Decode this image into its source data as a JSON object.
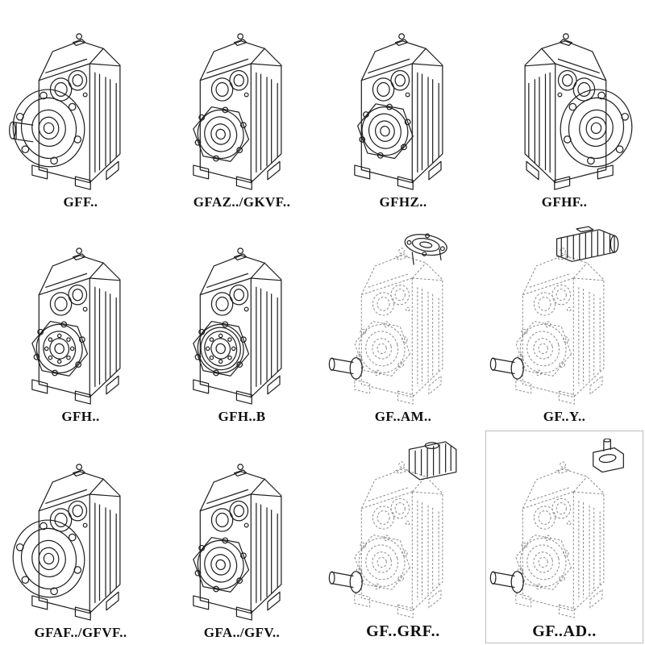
{
  "page": {
    "background": "#ffffff",
    "line_color": "#1f1f1f",
    "phantom_color": "#8a8a8a"
  },
  "catalog": {
    "items": [
      {
        "label": "GFF..",
        "drawing": "gearbox-flange-solid-shaft"
      },
      {
        "label": "GFAZ../GKVF..",
        "drawing": "gearbox-hollow-shaft"
      },
      {
        "label": "GFHZ..",
        "drawing": "gearbox-hollow-shaft-shrink-disc"
      },
      {
        "label": "GFHF..",
        "drawing": "gearbox-flange-mirrored"
      },
      {
        "label": "GFH..",
        "drawing": "gearbox-hollow-shaft-bearing"
      },
      {
        "label": "GFH..B",
        "drawing": "gearbox-hollow-shaft-bearing-backstop"
      },
      {
        "label": "GF..AM..",
        "drawing": "gearbox-phantom-input-flange"
      },
      {
        "label": "GF..Y..",
        "drawing": "gearbox-phantom-motor-mounted"
      },
      {
        "label": "GFAF../GFVF..",
        "drawing": "gearbox-flange-hollow-shaft"
      },
      {
        "label": "GFA../GFV..",
        "drawing": "gearbox-foot-hollow-shaft"
      },
      {
        "label": "GF..GRF..",
        "drawing": "gearbox-phantom-input-adapter"
      },
      {
        "label": "GF..AD..",
        "drawing": "gearbox-phantom-input-shaft"
      }
    ]
  }
}
